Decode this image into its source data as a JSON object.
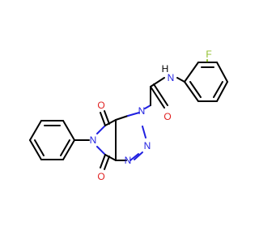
{
  "molecule": {
    "atom_labels": {
      "fluorine": "F",
      "amide_nitrogen": "N",
      "amide_hydrogen": "H",
      "amide_oxygen": "O",
      "carbonyl_oxygen_top": "O",
      "carbonyl_oxygen_bottom": "O",
      "triazole_n1": "N",
      "triazole_n2": "N",
      "triazole_n3": "N",
      "imide_nitrogen": "N"
    },
    "colors": {
      "bond": "#000000",
      "nitrogen": "#1f1fe0",
      "oxygen": "#e01f1f",
      "fluorine": "#8fbf2a",
      "hydrogen": "#000000"
    }
  }
}
